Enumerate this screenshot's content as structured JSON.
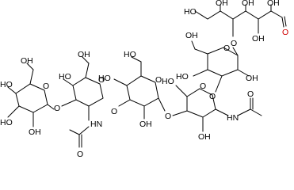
{
  "molecule": {
    "labels": {
      "hydroxyl": "OH",
      "hydroxyl_left": "HO",
      "ring_oxygen": "O",
      "glycosidic_oxygen": "O",
      "amide_nh": "HN",
      "carbonyl_oxygen": "O",
      "aldehyde_oxygen": "O"
    },
    "colors": {
      "bond": "#000000",
      "text": "#000000",
      "aldehyde_oxygen": "#d00000"
    }
  }
}
